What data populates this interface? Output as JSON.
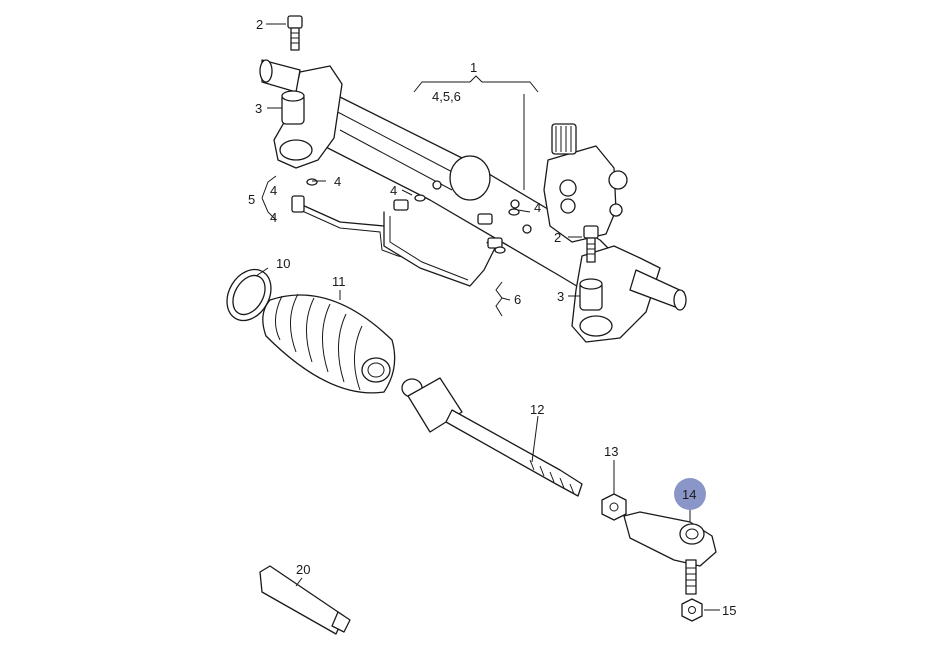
{
  "diagram": {
    "highlight_color": "#8a96c8",
    "callouts": {
      "c1": "1",
      "c1_sub": "4,5,6",
      "c2_top": "2",
      "c2_mid": "2",
      "c3_top": "3",
      "c3_bot": "3",
      "c4_a": "4",
      "c4_b": "4",
      "c4_c": "4",
      "c4_d": "4",
      "c4_e": "4",
      "c5": "5",
      "c6": "6",
      "c10": "10",
      "c11": "11",
      "c12": "12",
      "c13": "13",
      "c14": "14",
      "c15": "15",
      "c20": "20"
    }
  }
}
